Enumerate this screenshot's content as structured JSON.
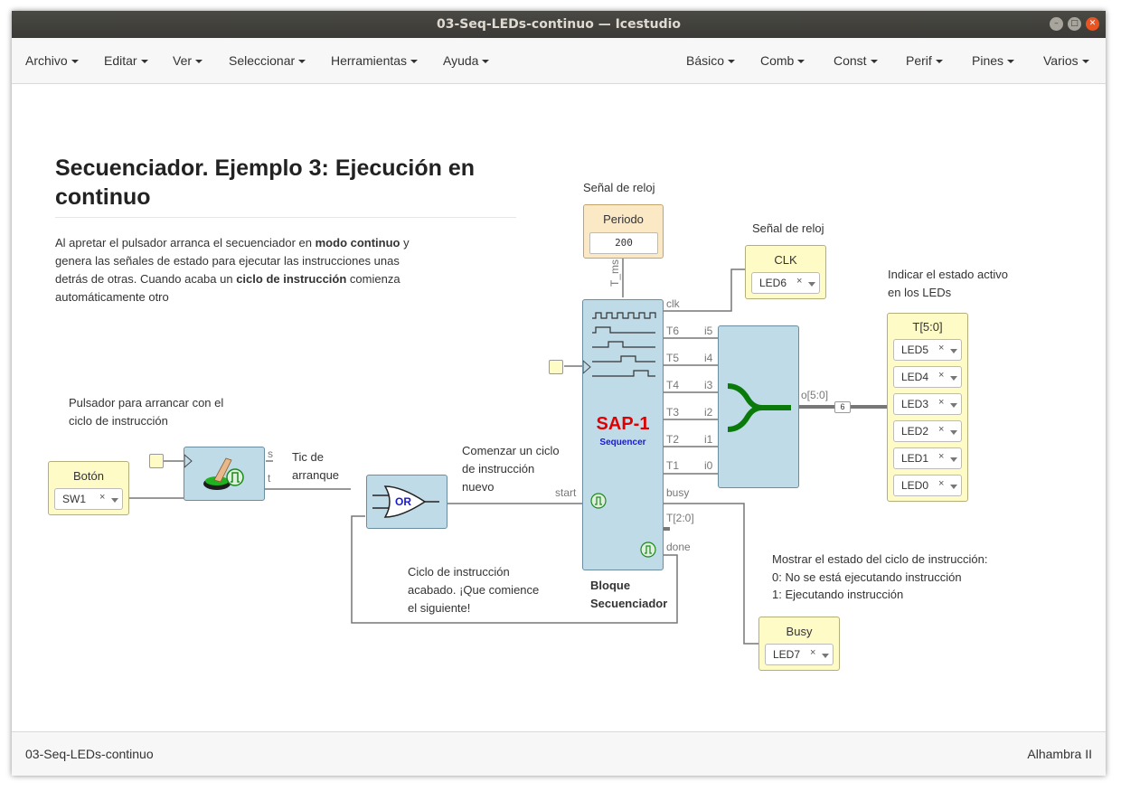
{
  "window": {
    "title": "03-Seq-LEDs-continuo — Icestudio"
  },
  "menu_left": [
    "Archivo",
    "Editar",
    "Ver",
    "Seleccionar",
    "Herramientas",
    "Ayuda"
  ],
  "menu_right": [
    "Básico",
    "Comb",
    "Const",
    "Perif",
    "Pines",
    "Varios"
  ],
  "doc": {
    "heading": "Secuenciador. Ejemplo 3: Ejecución en continuo",
    "desc_1": "Al apretar el pulsador arranca el secuenciador en ",
    "desc_bold_1": "modo continuo",
    "desc_2": " y genera las señales de estado para ejecutar las instrucciones unas detrás de otras. Cuando acaba un ",
    "desc_bold_2": "ciclo de instrucción",
    "desc_3": " comienza automáticamente otro"
  },
  "comments": {
    "senal_reloj_1": "Señal de reloj",
    "senal_reloj_2": "Señal de reloj",
    "indicar_1": "Indicar el estado activo",
    "indicar_2": "en los LEDs",
    "pulsador_1": "Pulsador para arrancar con el",
    "pulsador_2": "ciclo de instrucción",
    "tic_1": "Tic de",
    "tic_2": "arranque",
    "comenzar_1": "Comenzar un ciclo",
    "comenzar_2": "de instrucción",
    "comenzar_3": "nuevo",
    "ciclo_1": "Ciclo de instrucción",
    "ciclo_2": "acabado. ¡Que comience",
    "ciclo_3": "el siguiente!",
    "bloque_1": "Bloque",
    "bloque_2": "Secuenciador",
    "mostrar_1": "Mostrar el estado del ciclo de instrucción:",
    "mostrar_2": "0: No se está ejecutando instrucción",
    "mostrar_3": "1: Ejecutando instrucción"
  },
  "blocks": {
    "periodo": {
      "label": "Periodo",
      "value": "200",
      "port": "T_ms"
    },
    "clk": {
      "label": "CLK",
      "pin": "LED6"
    },
    "boton": {
      "label": "Botón",
      "pin": "SW1"
    },
    "busy": {
      "label": "Busy",
      "pin": "LED7"
    },
    "tbus": {
      "label": "T[5:0]",
      "pins": [
        "LED5",
        "LED4",
        "LED3",
        "LED2",
        "LED1",
        "LED0"
      ]
    },
    "sap": {
      "title": "SAP-1",
      "subtitle": "Sequencer"
    },
    "or_gate": {
      "label": "OR"
    },
    "bus_width": "6"
  },
  "ports": {
    "clk": "clk",
    "T6": "T6",
    "T5": "T5",
    "T4": "T4",
    "T3": "T3",
    "T2": "T2",
    "T1": "T1",
    "i5": "i5",
    "i4": "i4",
    "i3": "i3",
    "i2": "i2",
    "i1": "i1",
    "i0": "i0",
    "start": "start",
    "busy": "busy",
    "t20": "T[2:0]",
    "done": "done",
    "o50": "o[5:0]",
    "s": "s",
    "t": "t"
  },
  "statusbar": {
    "left": "03-Seq-LEDs-continuo",
    "right": "Alhambra II"
  },
  "colors": {
    "sap_red": "#e00000",
    "sequencer_blue": "#1a1acc",
    "combiner_green": "#0a7a0a",
    "accent_orange": "#e95420"
  }
}
